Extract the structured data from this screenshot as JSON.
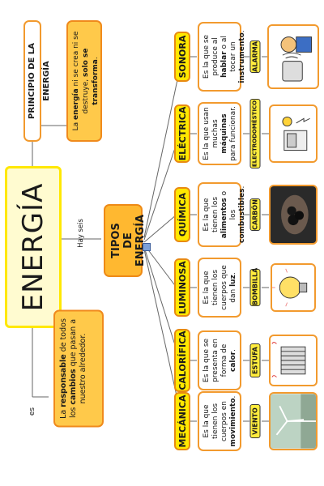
{
  "title": "ENERGÍA",
  "principle": {
    "title": "PRINCIPIO DE LA ENERGÍA",
    "desc_pre": "La ",
    "desc_b1": "energía",
    "desc_mid": " ni se crea ni se destruye, ",
    "desc_b2": "solo se transforma",
    "desc_end": "."
  },
  "definition": {
    "connector": "es",
    "pre": "La ",
    "b1": "responsable",
    "mid": " de todos los ",
    "b2": "cambios",
    "end": " que pasan a nuestro alrededor."
  },
  "hub": {
    "connector": "Hay seis",
    "title_line1": "TIPOS",
    "title_line2": "DE ENERGÍA"
  },
  "types": [
    {
      "name": "MECÁNICA",
      "pre": "Es la que tienen los cuerpos en ",
      "bold": "movimiento",
      "post": ".",
      "example": "VIENTO",
      "icon": "wind-turbine-photo"
    },
    {
      "name": "CALORÍFICA",
      "pre": "Es la que se presenta en forma de ",
      "bold": "calor",
      "post": ".",
      "example": "ESTUFA",
      "icon": "stove-drawing"
    },
    {
      "name": "LUMINOSA",
      "pre": "Es la que tienen los cuerpos que dan ",
      "bold": "luz",
      "post": ".",
      "example": "BOMBILLA",
      "icon": "light-bulb-drawing"
    },
    {
      "name": "QUÍMICA",
      "pre": "Es la que tienen los ",
      "bold": "alimentos",
      "mid": " o los ",
      "bold2": "combustibles",
      "post": ".",
      "example": "CARBÓN",
      "icon": "coal-photo"
    },
    {
      "name": "ELÉCTRICA",
      "pre": "Es la que usan muchas ",
      "bold": "máquinas",
      "post": " para funcionar.",
      "example": "ELECTRODOMÉSTICO",
      "icon": "appliance-drawing"
    },
    {
      "name": "SONORA",
      "pre": "Es la que se produce al ",
      "bold": "hablar",
      "mid": " o al tocar un ",
      "bold2": "instrumento",
      "post": ".",
      "example": "ALARMA",
      "icon": "alarm-drawing"
    }
  ],
  "colors": {
    "accent_border": "#f29a2e",
    "label_fill": "#ffe800",
    "line": "#555555"
  }
}
